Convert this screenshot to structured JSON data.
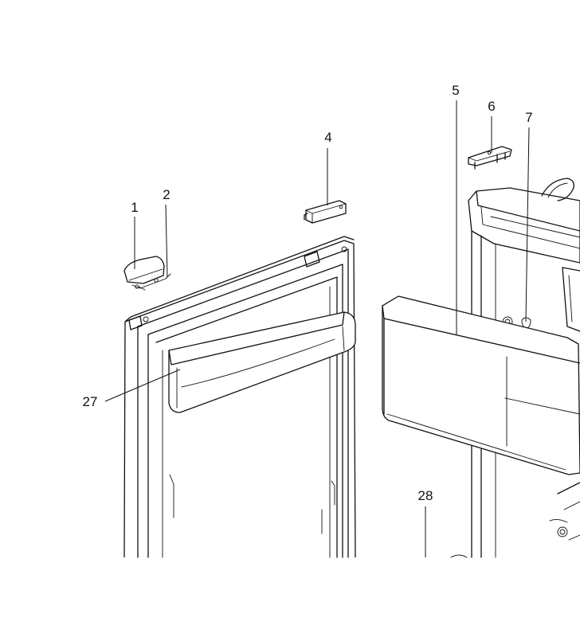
{
  "diagram": {
    "callouts": [
      {
        "id": "callout-1",
        "label": "1"
      },
      {
        "id": "callout-2",
        "label": "2"
      },
      {
        "id": "callout-4",
        "label": "4"
      },
      {
        "id": "callout-5",
        "label": "5"
      },
      {
        "id": "callout-6",
        "label": "6"
      },
      {
        "id": "callout-7",
        "label": "7"
      },
      {
        "id": "callout-27",
        "label": "27"
      },
      {
        "id": "callout-28",
        "label": "28"
      }
    ]
  }
}
